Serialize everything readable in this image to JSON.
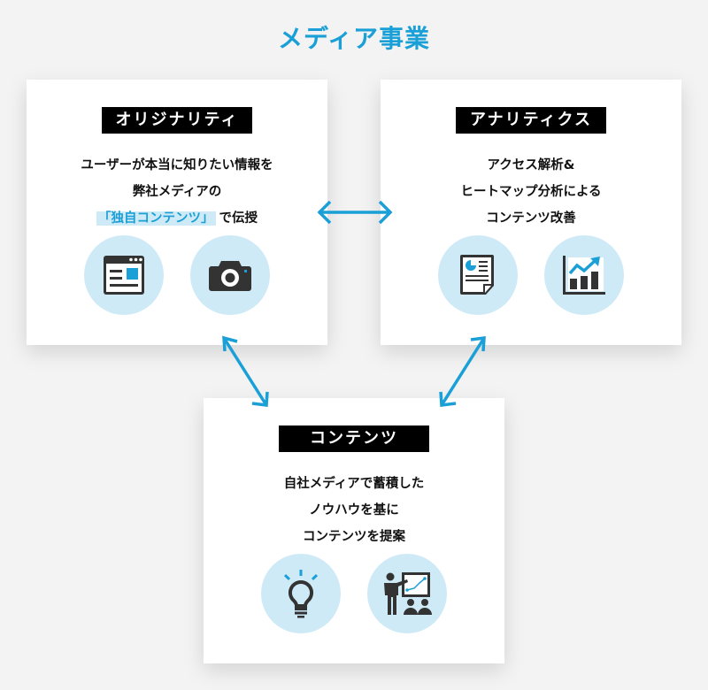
{
  "title": "メディア事業",
  "colors": {
    "accent": "#1a9fd6",
    "highlight_bg": "#cfeaf7",
    "label_bg": "#000000",
    "icon_dark": "#333333"
  },
  "cards": {
    "originality": {
      "label": "オリジナリティ",
      "lines": [
        "ユーザーが本当に知りたい情報を",
        "弊社メディアの"
      ],
      "highlight": "「独自コンテンツ」",
      "tail": "で伝授",
      "icons": [
        "web-page-icon",
        "camera-icon"
      ]
    },
    "analytics": {
      "label": "アナリティクス",
      "lines": [
        "アクセス解析&",
        "ヒートマップ分析による",
        "コンテンツ改善"
      ],
      "icons": [
        "report-document-icon",
        "growth-chart-icon"
      ]
    },
    "contents": {
      "label": "コンテンツ",
      "lines": [
        "自社メディアで蓄積した",
        "ノウハウを基に",
        "コンテンツを提案"
      ],
      "icons": [
        "lightbulb-icon",
        "presentation-icon"
      ]
    }
  },
  "arrows": [
    {
      "name": "originality-analytics",
      "type": "bidirectional"
    },
    {
      "name": "originality-contents",
      "type": "bidirectional"
    },
    {
      "name": "analytics-contents",
      "type": "bidirectional"
    }
  ]
}
